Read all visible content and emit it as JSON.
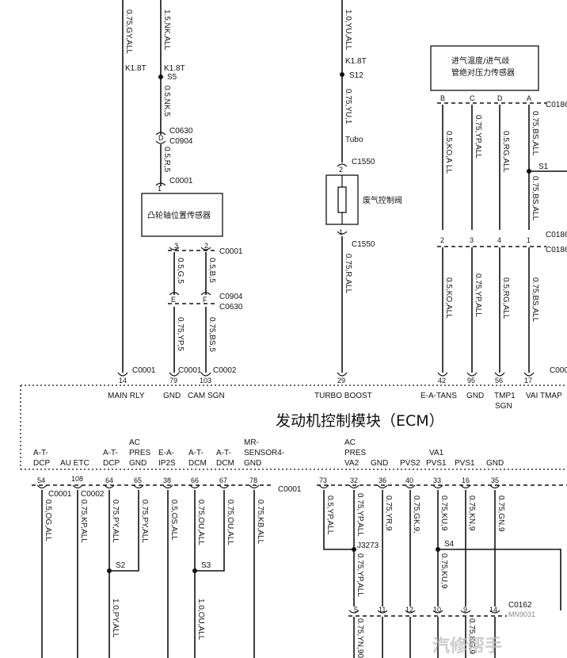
{
  "wire_labels": {
    "w1": "0.75,GY,ALL",
    "w2": "1.5,NK,ALL",
    "w3": "0.5,NK,5",
    "w4": "0.5,R,5",
    "w5": "1.0,YU,ALL",
    "w6": "0.75,YU,1",
    "w7": "0.75,R,ALL",
    "w8": "0.5,KO,A  LL",
    "w9": "0.75,YP,ALL",
    "w10": "0.5,RG,ALL",
    "w11": "0.75,BS,ALL",
    "w12": "0.75,BS,ALL",
    "w13": "0.5,KO,ALL",
    "w14": "0.75,YP,ALL",
    "w15": "0.5,RG,ALL",
    "w16": "0.75,BS,ALL",
    "w17": "0.5,G,5",
    "w18": "0.5,B,5",
    "w19": "0.75,YP,5",
    "w20": "0.75,BS,5",
    "b1": "0.5,OG,ALL",
    "b2": "0.75,KP,ALL",
    "b3": "0.75,PY,ALL",
    "b4": "0.75,PY,ALL",
    "b5": "0.5,OS,ALL",
    "b6": "0.75,OU,ALL",
    "b7": "0.75,OU,ALL",
    "b8": "0.75,KB,ALL",
    "b9": "1.0,PY,ALL",
    "b10": "1.0,OU,ALL",
    "b11": "0.5,YP,ALL",
    "b12": "0.75,YP,ALL",
    "b13": "0.75,YR,9",
    "b14": "0.75,GK,9,",
    "b15": "0.75,KU,9",
    "b16": "0.75,KN,9",
    "b17": "0.75,GN,9",
    "b18": "0.75,YP,ALL",
    "b19": "0.75,KU,9",
    "b20": "0.75,YN,90",
    "b21": "0.75,KG,9"
  },
  "texts": {
    "k18t_a": "K1.8T",
    "k18t_b": "K1.8T",
    "k18t_c": "K1.8T",
    "s5": "S5",
    "s12": "S12",
    "s1": "S1",
    "s2": "S2",
    "s3": "S3",
    "s4": "S4",
    "tubo": "Tubo",
    "j3273": "J3273",
    "c0630_top": "C0630",
    "c0904_top": "C0904",
    "c0001_a": "C0001",
    "c1550_a": "C1550",
    "c1550_b": "C1550",
    "c0186_a": "C0186",
    "c0186_b": "C0186",
    "c0186_c": "C0186",
    "c0001_b": "C0001",
    "c0904_b": "C0904",
    "c0630_b": "C0630",
    "c0001_c": "C0001",
    "c0001_d": "C0001",
    "c0002_a": "C0002",
    "c000_e": "C000",
    "c0001_bot": "C0001",
    "c0002_bot": "C0002",
    "c0001_bot2": "C0001",
    "c0162": "C0162",
    "mn9031": "MN9031"
  },
  "components": {
    "cam_sensor": "凸轮轴位置传感器",
    "wastegate": "废气控制阀",
    "map_sensor": "进气温度/进气歧管绝对压力传感器",
    "ecm_title": "发动机控制模块（ECM）"
  },
  "pins_top": {
    "p14": "14",
    "p79": "79",
    "p103": "103",
    "p29": "29",
    "p42": "42",
    "p95": "95",
    "p56": "56",
    "p17": "17",
    "pD": "D",
    "p1a": "1",
    "p3": "3",
    "p2": "2",
    "pE": "E",
    "pF": "F",
    "p2b": "2",
    "p1b": "1",
    "pB": "B",
    "pC": "C",
    "pD2": "D",
    "pA": "A",
    "q2": "2",
    "q3": "3",
    "q4": "4",
    "q1": "1"
  },
  "ecm_top_labels": {
    "main_rly": "MAIN RLY",
    "gnd": "GND",
    "cam_sgn": "CAM SGN",
    "turbo_boost": "TURBO BOOST",
    "e_a_tans": "E-A-TANS",
    "gnd2": "GND",
    "tmp1": "TMP1",
    "sgn": "SGN",
    "vai_tmap": "VAI TMAP"
  },
  "ecm_bottom_labels": {
    "l1a": "A-T-",
    "l1b": "DCP",
    "l2": "AU ETC",
    "l3a": "A-T-",
    "l3b": "DCP",
    "l4a": "AC",
    "l4b": "PRES",
    "l4c": "GND",
    "l5a": "E-A-",
    "l5b": "IP2S",
    "l6a": "A-T-",
    "l6b": "DCM",
    "l7a": "A-T-",
    "l7b": "DCM",
    "l8a": "MR-",
    "l8b": "SENSOR4-",
    "l8c": "GND",
    "l9a": "AC",
    "l9b": "PRES",
    "l9c": "VA2",
    "l10": "GND",
    "l11": "PVS2",
    "l12a": "VA1",
    "l12b": "PVS1",
    "l13": "PVS1",
    "l14": "GND"
  },
  "pins_bottom": {
    "p54": "54",
    "p108": "108",
    "p64": "64",
    "p65": "65",
    "p38": "38",
    "p66": "66",
    "p67": "67",
    "p78": "78",
    "p73": "73",
    "p32": "32",
    "p36": "36",
    "p40": "40",
    "p33": "33",
    "p16": "16",
    "p35": "35",
    "m5": "5",
    "m11": "11",
    "m12": "12",
    "m10": "10",
    "m9": "9",
    "m14": "14"
  },
  "watermark": "汽修帮手"
}
